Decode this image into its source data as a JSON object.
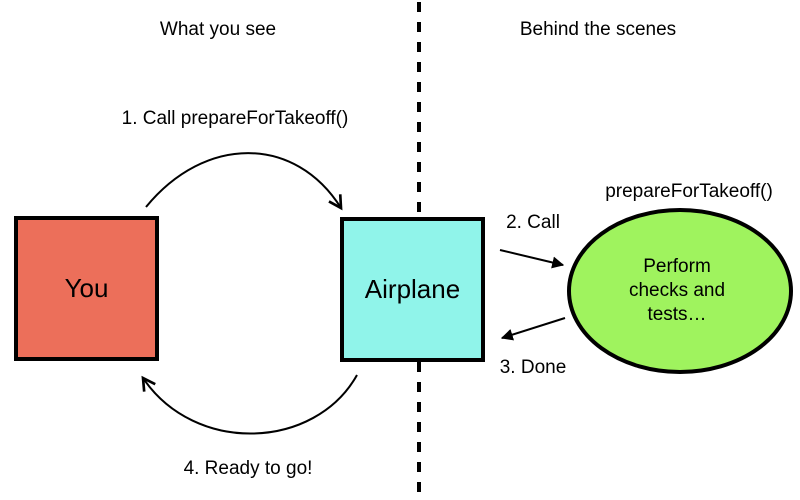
{
  "headers": {
    "left": "What you see",
    "right": "Behind the scenes"
  },
  "nodes": {
    "you": {
      "label": "You",
      "fill": "#ec6f5a"
    },
    "airplane": {
      "label": "Airplane",
      "fill": "#90f4ea"
    },
    "process": {
      "title": "prepareForTakeoff()",
      "lines": [
        "Perform",
        "checks and",
        "tests…"
      ],
      "fill": "#9ff35e"
    }
  },
  "steps": {
    "step1": "1. Call prepareForTakeoff()",
    "step2": "2. Call",
    "step3": "3. Done",
    "step4": "4. Ready to go!"
  }
}
